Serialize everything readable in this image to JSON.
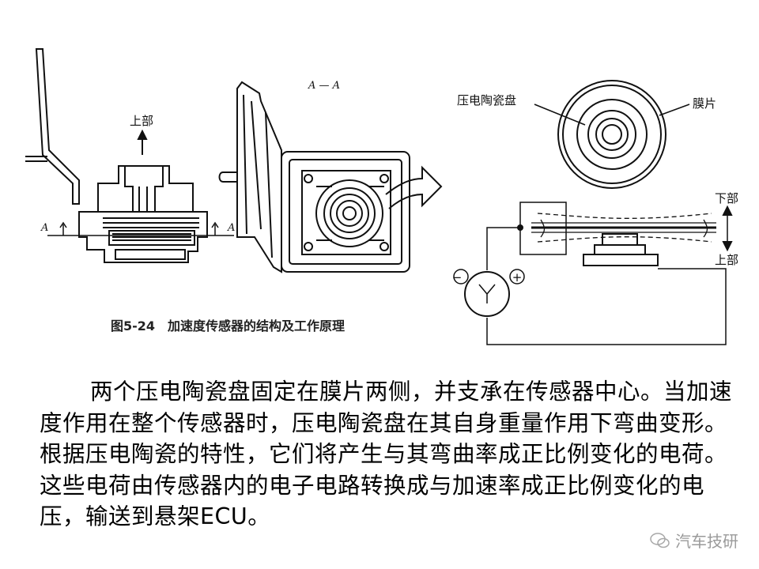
{
  "figure": {
    "caption": "图5-24　加速度传感器的结构及工作原理",
    "labels": {
      "upper_part": "上部",
      "section": "A — A",
      "piezo_disc": "压电陶瓷盘",
      "diaphragm": "膜片",
      "lower_right": "下部",
      "upper_right": "上部",
      "section_mark": "A",
      "minus": "−",
      "plus": "+"
    }
  },
  "paragraph": "两个压电陶瓷盘固定在膜片两侧，并支承在传感器中心。当加速度作用在整个传感器时，压电陶瓷盘在其自身重量作用下弯曲变形。根据压电陶瓷的特性，它们将产生与其弯曲率成正比例变化的电荷。这些电荷由传感器内的电子电路转换成与加速率成正比例变化的电压，输送到悬架ECU。",
  "watermark": {
    "text": "汽车技研",
    "icon": "wechat-logo-icon"
  }
}
